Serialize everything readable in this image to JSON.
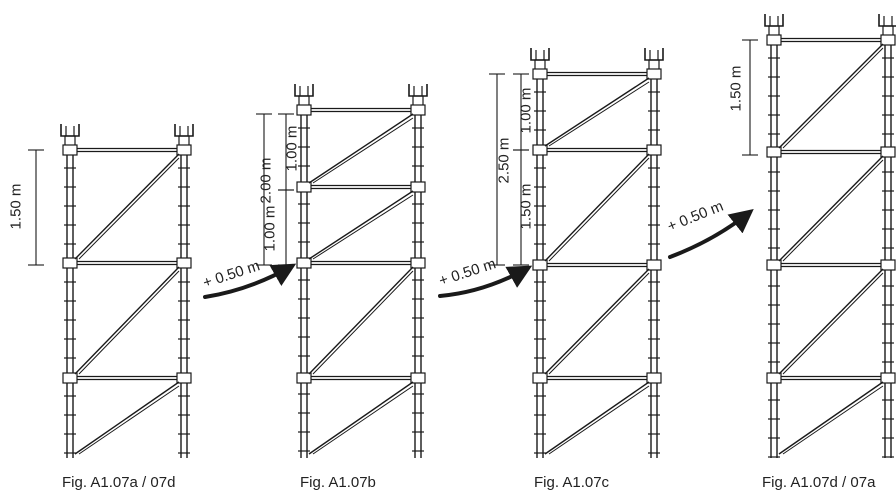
{
  "figures": [
    {
      "caption": "Fig. A1.07a / 07d",
      "dims": [
        "1.50 m"
      ]
    },
    {
      "caption": "Fig. A1.07b",
      "dims": [
        "2.00 m",
        "1.00 m",
        "1.00 m"
      ]
    },
    {
      "caption": "Fig. A1.07c",
      "dims": [
        "2.50 m",
        "1.00 m",
        "1.50 m"
      ]
    },
    {
      "caption": "Fig. A1.07d / 07a",
      "dims": [
        "1.50 m"
      ]
    }
  ],
  "arrows": [
    {
      "label": "+ 0.50 m"
    },
    {
      "label": "+ 0.50 m"
    },
    {
      "label": "+ 0.50 m"
    }
  ],
  "colors": {
    "line": "#1a1a1a",
    "background": "#ffffff"
  }
}
